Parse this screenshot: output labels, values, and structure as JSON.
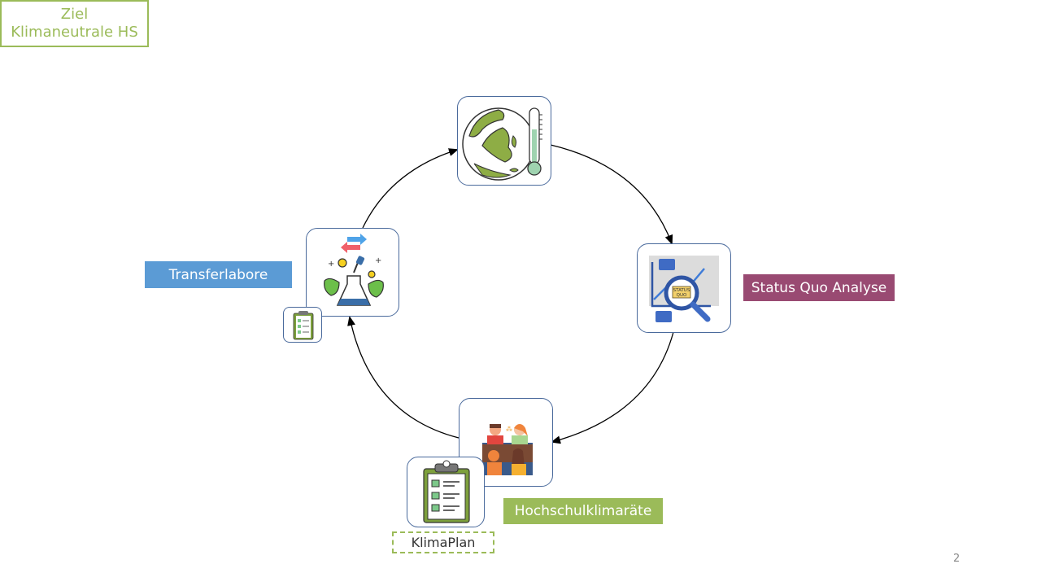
{
  "slide": {
    "page_number": "2"
  },
  "goal": {
    "line1": "Ziel",
    "line2": "Klimaneutrale HS",
    "color": "#9bbb59"
  },
  "steps": [
    {
      "id": "goal",
      "icon": "globe-thermometer-icon"
    },
    {
      "id": "status-quo",
      "label": "Status Quo Analyse",
      "color": "#994a72",
      "icon": "status-quo-analysis-icon"
    },
    {
      "id": "councils",
      "label": "Hochschulklimaräte",
      "color": "#9bbb59",
      "icon": "council-meeting-icon"
    },
    {
      "id": "transfer",
      "label": "Transferlabore",
      "color": "#5b9bd5",
      "icon": "lab-flask-plants-icon"
    }
  ],
  "klimaplan": {
    "label": "KlimaPlan",
    "icon": "clipboard-checklist-icon",
    "border_color": "#9bbb59"
  },
  "cycle": {
    "direction": "clockwise",
    "arrow_color": "#000000"
  },
  "status_icon_text": {
    "line1": "STATUS",
    "line2": "QUO"
  }
}
